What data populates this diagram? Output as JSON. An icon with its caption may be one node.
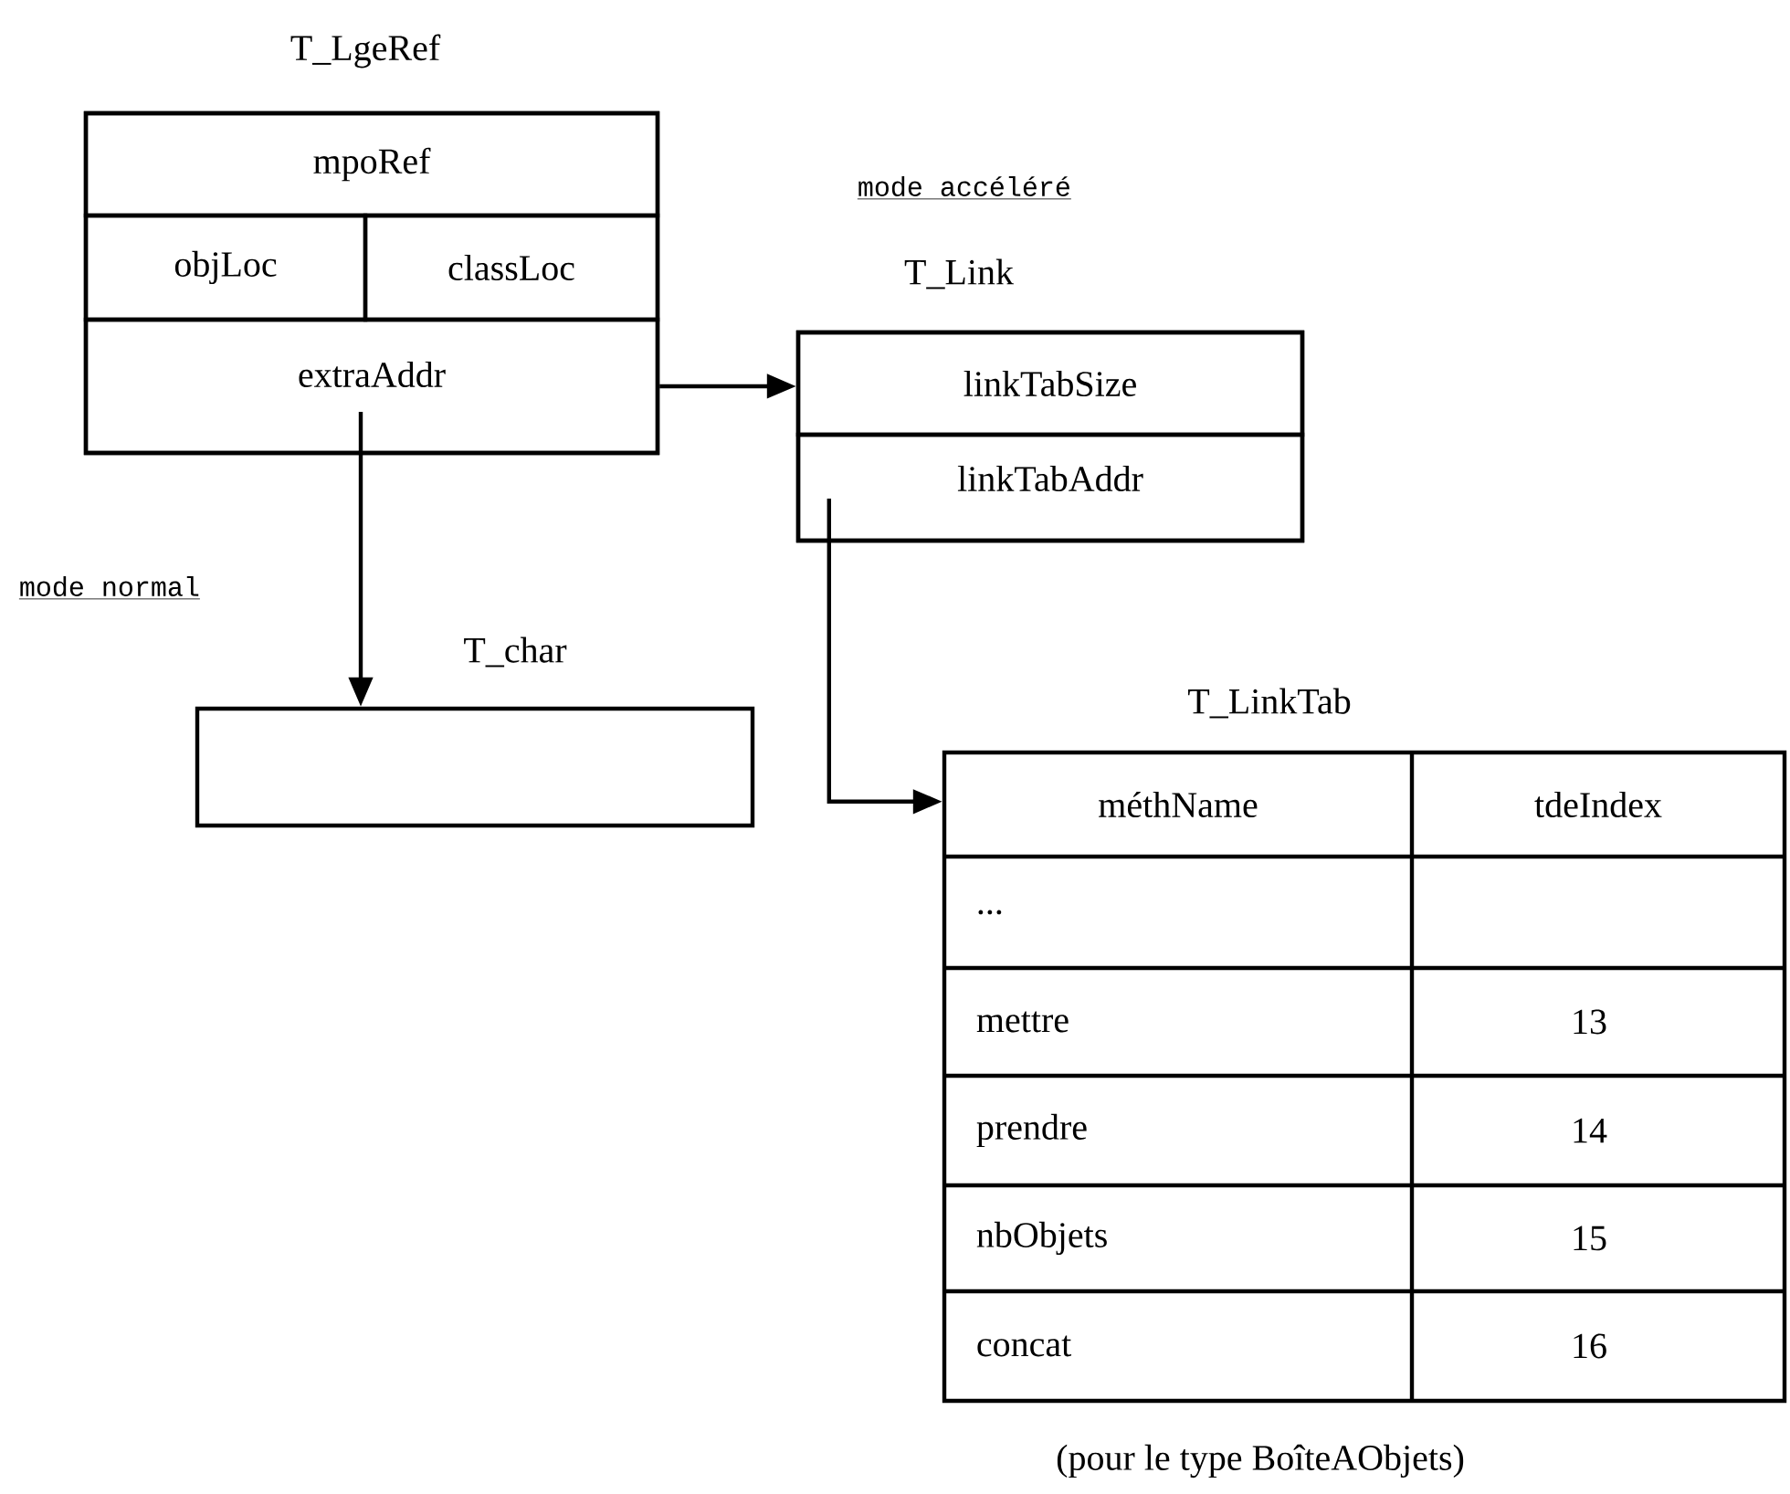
{
  "diagram": {
    "nodes": [
      {
        "text": [
          "T_LgeRef"
        ]
      },
      {
        "text": [
          "mpoRef"
        ],
        "in": 0
      },
      {
        "text": [
          "objLoc"
        ],
        "in": 0
      },
      {
        "text": [
          "classLoc"
        ],
        "in": 0
      },
      {
        "text": [
          "extraAddr"
        ],
        "in": 0
      },
      {
        "text": [
          "T_Link"
        ]
      },
      {
        "text": [
          "linkTabSize"
        ],
        "in": 5
      },
      {
        "text": [
          "linkTabAddr"
        ],
        "in": 5
      },
      {
        "text": [
          "T_char"
        ]
      },
      {
        "text": [
          "T_LinkTab"
        ],
        "beside": [
          "(pour le type BoîteAObjets)"
        ]
      }
    ],
    "edges": [
      {
        "from": 4,
        "to": 5,
        "arrow": "to"
      },
      {
        "from": 4,
        "to": 8,
        "arrow": "to"
      },
      {
        "from": 7,
        "to": 9,
        "arrow": "to"
      }
    ],
    "labels": [
      "mode accéléré",
      "mode normal",
      "méthName",
      "tdeIndex",
      "...",
      "mettre",
      "13",
      "prendre",
      "14",
      "nbObjets",
      "15",
      "concat",
      "16"
    ]
  }
}
